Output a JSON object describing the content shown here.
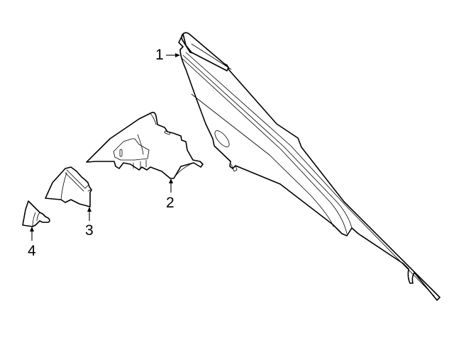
{
  "diagram": {
    "type": "exploded parts diagram",
    "background_color": "#ffffff",
    "line_color": "#000000",
    "parts": [
      {
        "callout": "1",
        "description": "quarter pillar trim panel (large)"
      },
      {
        "callout": "2",
        "description": "upper trim piece"
      },
      {
        "callout": "3",
        "description": "corner trim piece"
      },
      {
        "callout": "4",
        "description": "small end cap"
      }
    ]
  },
  "callouts": {
    "c1": "1",
    "c2": "2",
    "c3": "3",
    "c4": "4"
  }
}
